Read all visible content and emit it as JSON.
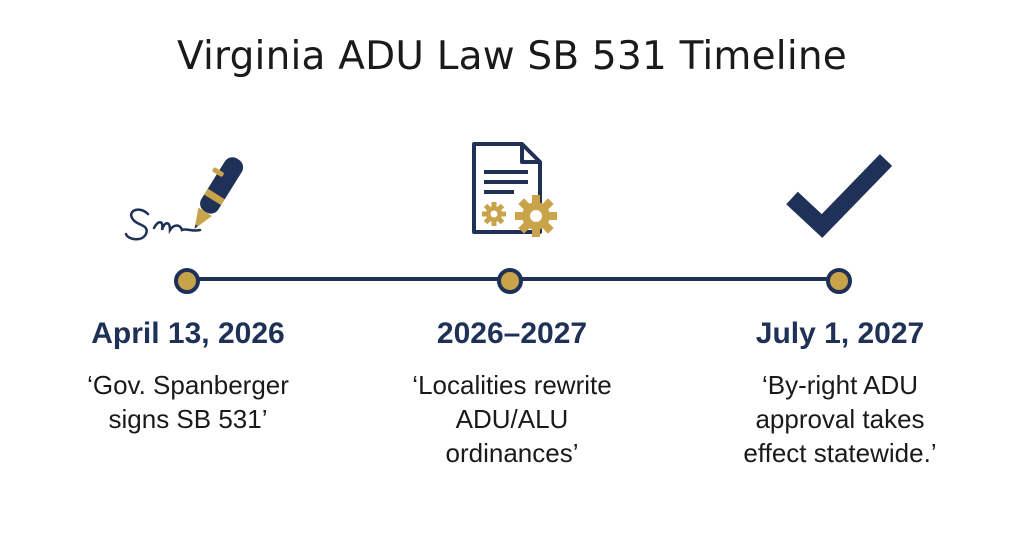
{
  "title": "Virginia ADU Law SB 531 Timeline",
  "colors": {
    "navy": "#1f3157",
    "gold": "#c9a34a"
  },
  "milestones": [
    {
      "icon": "pen-signature-icon",
      "date": "April 13, 2026",
      "lines": [
        "‘Gov. Spanberger",
        "signs SB 531’"
      ]
    },
    {
      "icon": "document-gears-icon",
      "date": "2026–2027",
      "lines": [
        "‘Localities rewrite",
        "ADU/ALU",
        "ordinances’"
      ]
    },
    {
      "icon": "checkmark-icon",
      "date": "July 1, 2027",
      "lines": [
        "‘By-right ADU",
        "approval takes",
        "effect statewide.’"
      ]
    }
  ]
}
